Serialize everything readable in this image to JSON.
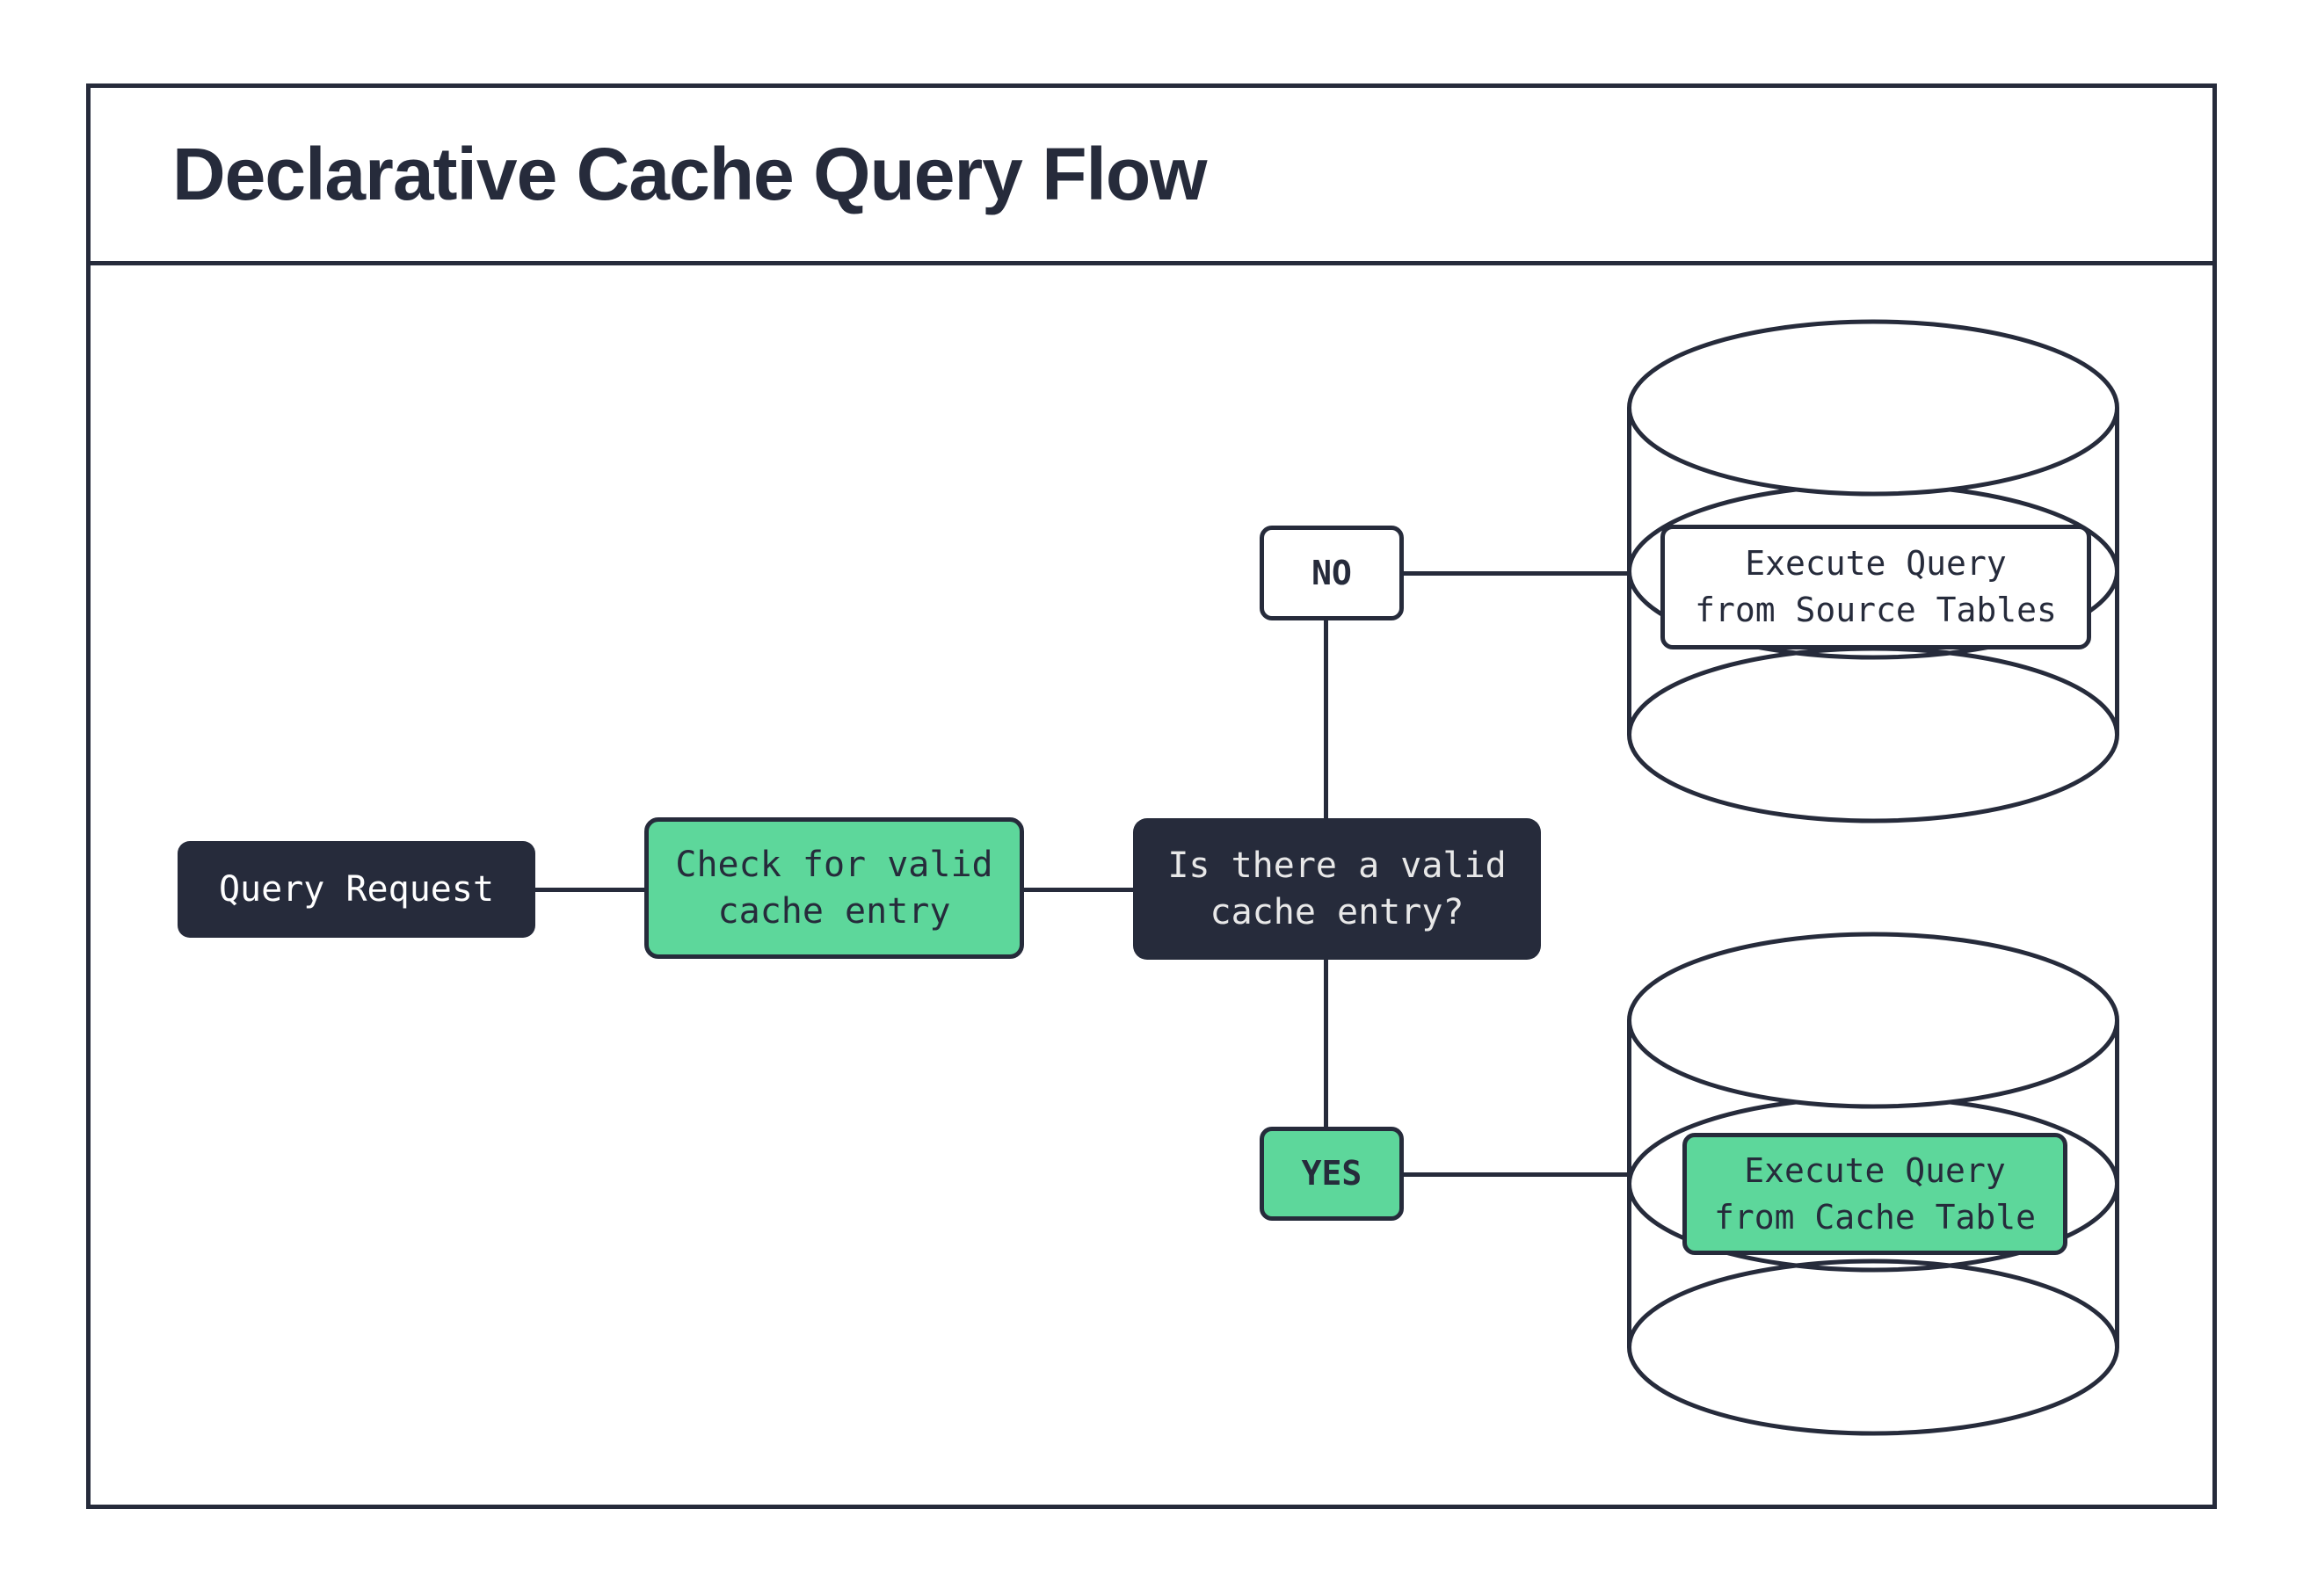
{
  "title": "Declarative Cache Query Flow",
  "colors": {
    "ink": "#262B3B",
    "green": "#5DD79B",
    "box_white": "#FFFFFF",
    "dark_box_text": "#FFFFFF",
    "decision_text": "#E8E8E8",
    "background": "#FFFFFF"
  },
  "nodes": {
    "query_request": {
      "label": "Query Request"
    },
    "check_cache": {
      "label": "Check for valid\ncache entry"
    },
    "decision": {
      "label": "Is there a valid\ncache entry?"
    },
    "branch_no": {
      "label": "NO"
    },
    "branch_yes": {
      "label": "YES"
    },
    "source_db": {
      "label": "Execute Query\nfrom Source Tables"
    },
    "cache_db": {
      "label": "Execute Query\nfrom Cache Table"
    }
  }
}
